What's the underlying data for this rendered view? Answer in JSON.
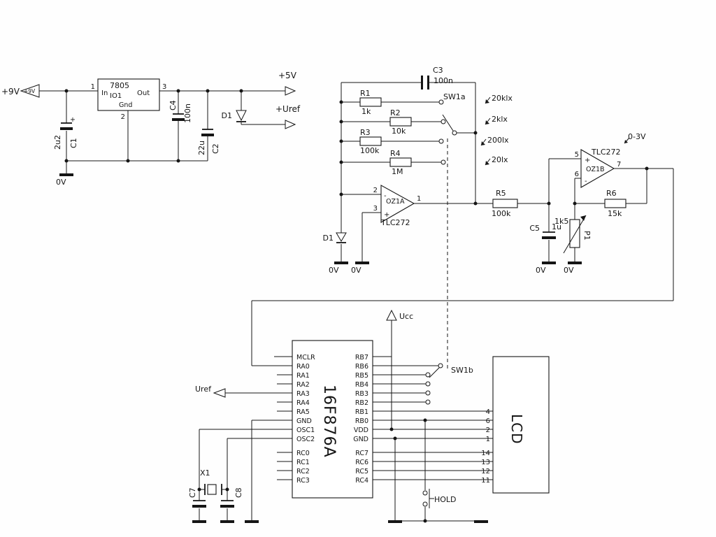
{
  "power": {
    "vin": "+9V",
    "vout": "+5V",
    "vref": "+Uref",
    "gnd": "0V",
    "regulator": {
      "part": "7805",
      "ref": "IO1",
      "label_in": "In",
      "label_out": "Out",
      "label_gnd": "Gnd",
      "pin_in": "1",
      "pin_out": "3",
      "pin_gnd": "2"
    },
    "c1": {
      "ref": "C1",
      "value": "2u2",
      "polarity": "+"
    },
    "c2": {
      "ref": "C2",
      "value": "22u"
    },
    "c4": {
      "ref": "C4",
      "value": "100n"
    },
    "d1": {
      "ref": "D1"
    }
  },
  "amp": {
    "c3": {
      "ref": "C3",
      "value": "100n"
    },
    "r1": {
      "ref": "R1",
      "value": "1k"
    },
    "r2": {
      "ref": "R2",
      "value": "10k"
    },
    "r3": {
      "ref": "R3",
      "value": "100k"
    },
    "r4": {
      "ref": "R4",
      "value": "1M"
    },
    "r5": {
      "ref": "R5",
      "value": "100k"
    },
    "r6": {
      "ref": "R6",
      "value": "15k"
    },
    "c5": {
      "ref": "C5",
      "value": "1u"
    },
    "p1": {
      "ref": "P1",
      "value": "1k5"
    },
    "d1": {
      "ref": "D1"
    },
    "sw1a": "SW1a",
    "ranges": [
      "20klx",
      "2klx",
      "200lx",
      "20lx"
    ],
    "oz1a": {
      "ref": "OZ1A",
      "part": "TLC272",
      "pin_inv": "2",
      "pin_noninv": "3",
      "pin_out": "1",
      "minus": "-",
      "plus": "+"
    },
    "oz1b": {
      "ref": "OZ1B",
      "part": "TLC272",
      "pin_noninv": "5",
      "pin_inv": "6",
      "pin_out": "7",
      "minus": "-",
      "plus": "+"
    },
    "output_range": "0-3V",
    "gnd": "0V"
  },
  "mcu": {
    "part": "16F876A",
    "left_pins": [
      "MCLR",
      "RA0",
      "RA1",
      "RA2",
      "RA3",
      "RA4",
      "RA5",
      "GND",
      "OSC1",
      "OSC2",
      "RC0",
      "RC1",
      "RC2",
      "RC3"
    ],
    "right_pins": [
      "RB7",
      "RB6",
      "RB5",
      "RB4",
      "RB3",
      "RB2",
      "RB1",
      "RB0",
      "VDD",
      "GND",
      "RC7",
      "RC6",
      "RC5",
      "RC4"
    ],
    "ucc": "Ucc",
    "uref": "Uref",
    "x1": "X1",
    "c7": "C7",
    "c8": "C8",
    "sw1b": "SW1b",
    "hold": "HOLD"
  },
  "lcd": {
    "label": "LCD",
    "pins": [
      "4",
      "6",
      "2",
      "1",
      "14",
      "13",
      "12",
      "11"
    ]
  }
}
